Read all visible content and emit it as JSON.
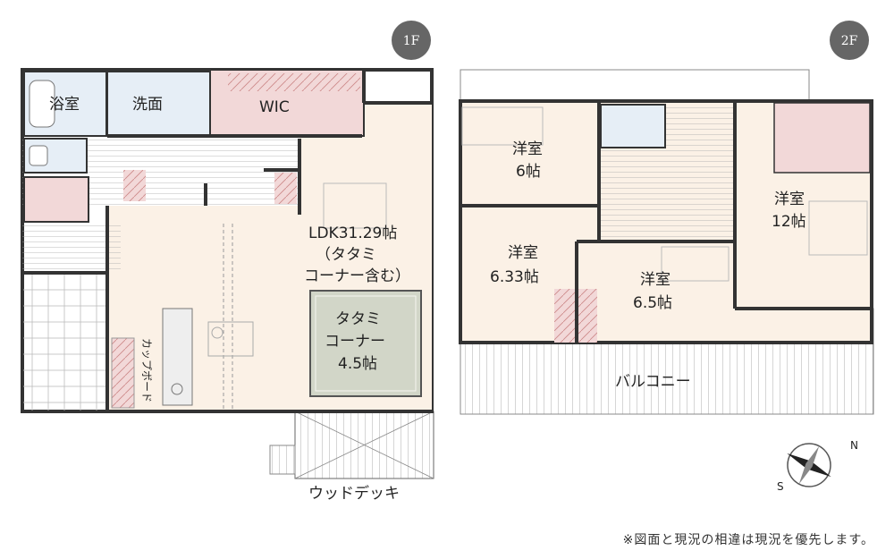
{
  "floors": [
    {
      "badge": "1F",
      "rooms": [
        {
          "name": "bath",
          "label": "浴室"
        },
        {
          "name": "washroom",
          "label": "洗面"
        },
        {
          "name": "wic",
          "label": "WIC"
        },
        {
          "name": "ldk",
          "lines": [
            "LDK31.29帖",
            "（タタミ",
            "コーナー含む）"
          ]
        },
        {
          "name": "tatami-corner",
          "lines": [
            "タタミ",
            "コーナー",
            "4.5帖"
          ]
        },
        {
          "name": "cupboard",
          "label": "カップボード"
        },
        {
          "name": "wood-deck",
          "label": "ウッドデッキ"
        }
      ]
    },
    {
      "badge": "2F",
      "rooms": [
        {
          "name": "western-room-6",
          "lines": [
            "洋室",
            "6帖"
          ]
        },
        {
          "name": "western-room-12",
          "lines": [
            "洋室",
            "12帖"
          ]
        },
        {
          "name": "western-room-633",
          "lines": [
            "洋室",
            "6.33帖"
          ]
        },
        {
          "name": "western-room-65",
          "lines": [
            "洋室",
            "6.5帖"
          ]
        },
        {
          "name": "balcony",
          "label": "バルコニー"
        }
      ]
    }
  ],
  "compass": {
    "north_label": "N",
    "south_label": "S"
  },
  "note": "※図面と現況の相違は現況を優先します。",
  "colors": {
    "wall": "#333333",
    "wet_area": "#e6eef6",
    "storage": "#f2d8d8",
    "floor": "#fbf1e6",
    "tatami": "#d2d6c8",
    "badge": "#666666"
  }
}
